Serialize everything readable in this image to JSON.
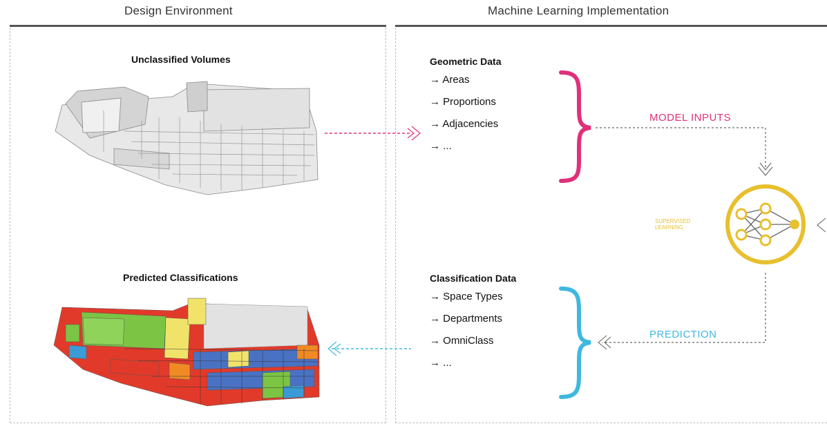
{
  "headers": {
    "left": "Design Environment",
    "right": "Machine Learning Implementation"
  },
  "left_panel": {
    "top_title": "Unclassified Volumes",
    "bottom_title": "Predicted Classifications"
  },
  "geometric": {
    "title": "Geometric Data",
    "items": [
      "→ Areas",
      "→ Proportions",
      "→ Adjacencies",
      "→ ..."
    ]
  },
  "classification": {
    "title": "Classification Data",
    "items": [
      "→ Space Types",
      "→ Departments",
      "→ OmniClass",
      "→ ..."
    ]
  },
  "labels": {
    "model_inputs": "MODEL INPUTS",
    "prediction": "PREDICTION",
    "supervised_1": "SUPERVISED",
    "supervised_2": "LEARNING"
  },
  "colors": {
    "magenta": "#e0307a",
    "cyan": "#3fb8e0",
    "gold": "#e8bf2e",
    "gray": "#666666"
  },
  "icons": [
    "neural-network-icon",
    "chevron-arrow-icon"
  ]
}
